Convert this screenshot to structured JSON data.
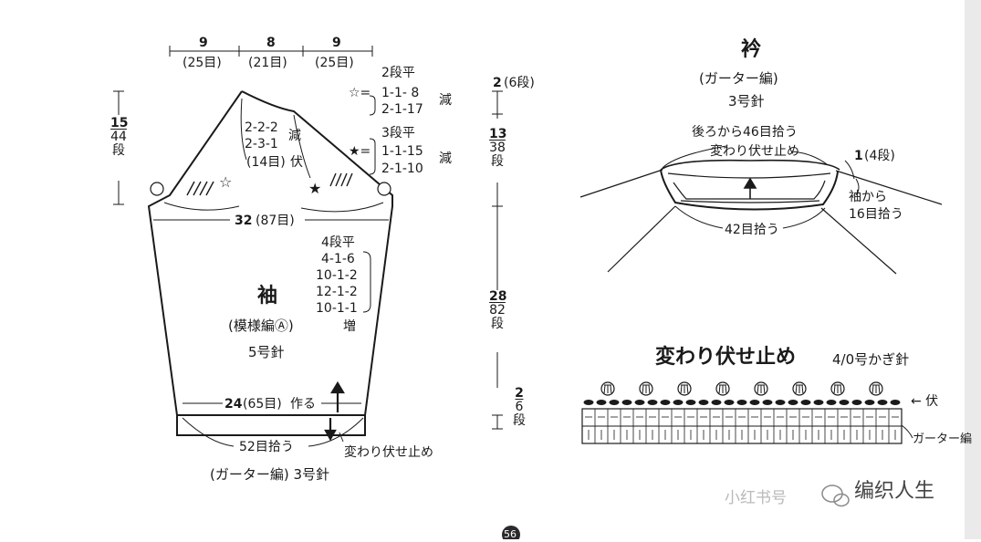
{
  "sleeve": {
    "top_widths": [
      {
        "cm": "9",
        "sts": "(25目)"
      },
      {
        "cm": "8",
        "sts": "(21目)"
      },
      {
        "cm": "9",
        "sts": "(25目)"
      }
    ],
    "height": {
      "cm": "15",
      "rows": "44",
      "unit": "段"
    },
    "cap_left": [
      "2-2-2",
      "2-3-1",
      "(14目)"
    ],
    "cap_left_bind": "伏",
    "cap_left_dec": "減",
    "star_open": "☆",
    "star_filled": "★",
    "open_star_note": {
      "eq": "☆=",
      "head": "2段平",
      "lines": [
        "1-1- 8",
        "2-1-17"
      ],
      "dec": "減"
    },
    "filled_star_note": {
      "eq": "★=",
      "head": "3段平",
      "lines": [
        "1-1-15",
        "2-1-10"
      ],
      "dec": "減"
    },
    "width_32": {
      "cm": "32",
      "sts": "(87目)"
    },
    "inc_note": {
      "head": "4段平",
      "lines": [
        "4-1-6",
        "10-1-2",
        "12-1-2",
        "10-1-1"
      ],
      "inc": "増"
    },
    "name": "袖",
    "pattern": "(模様編Ⓐ)",
    "needle": "5号針",
    "bottom_width": {
      "cm": "24",
      "sts": "(65目)",
      "suffix": "作る"
    },
    "pickup": "52目拾う",
    "bindoff": "変わり伏せ止め",
    "edge_label": "(ガーター編) 3号針"
  },
  "vertical_scale": [
    {
      "cm": "2",
      "rows": "(6段)"
    },
    {
      "cm": "13",
      "rows": "38",
      "unit": "段"
    },
    {
      "cm": "28",
      "rows": "82",
      "unit": "段"
    },
    {
      "cm": "2",
      "rows": "6",
      "unit": "段"
    }
  ],
  "collar": {
    "name": "衿",
    "pattern": "(ガーター編)",
    "needle": "3号針",
    "back_pickup": "後ろから46目拾う",
    "bindoff": "変わり伏せ止め",
    "rows": {
      "cm": "1",
      "rows": "(4段)"
    },
    "sleeve_pickup": [
      "袖から",
      "16目拾う"
    ],
    "front_pickup": "42目拾う"
  },
  "bindoff_chart": {
    "title": "変わり伏せ止め",
    "hook": "4/0号かぎ針",
    "bind_label": "← 伏",
    "garter_label": "ガーター編"
  },
  "watermark": {
    "rednote": "小红书号",
    "wechat": "编织人生",
    "page": "56"
  }
}
